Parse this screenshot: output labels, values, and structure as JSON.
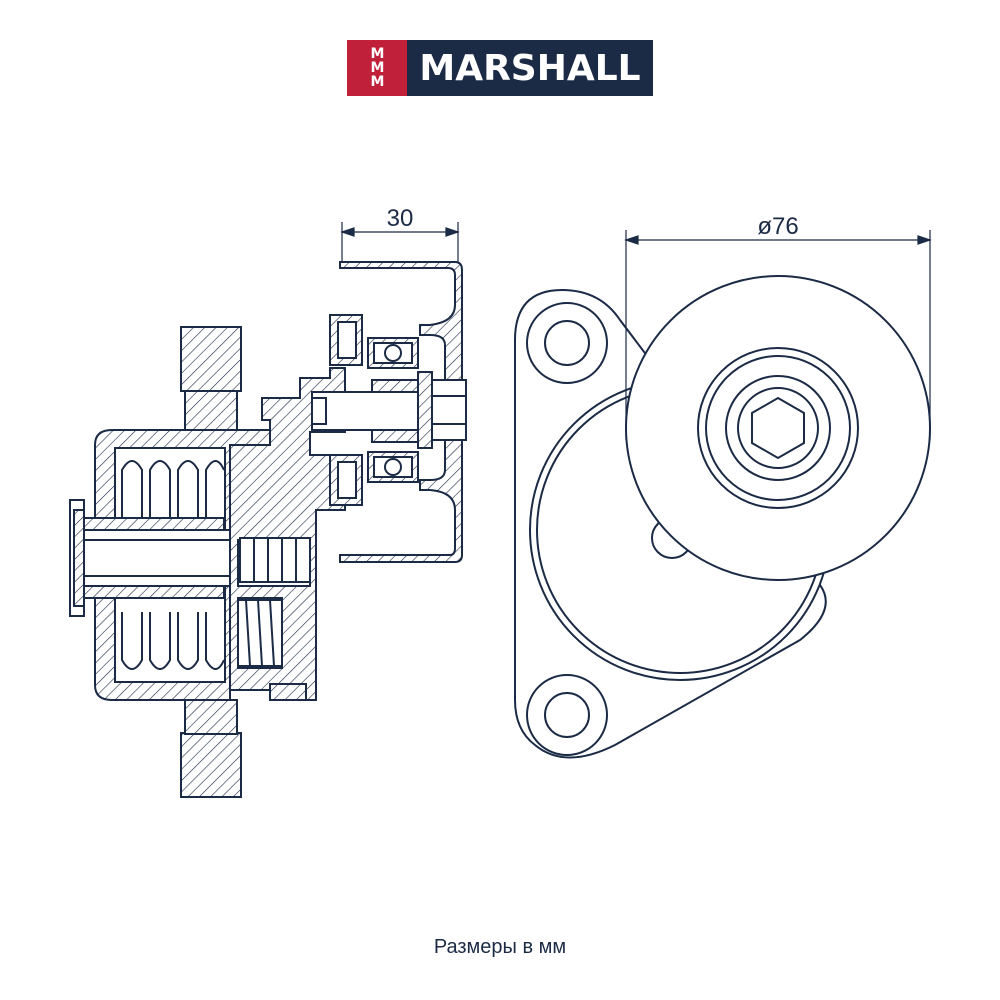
{
  "brand": {
    "mark_letters": [
      "M",
      "M",
      "M"
    ],
    "name": "MARSHALL",
    "colors": {
      "mark": "#c0203a",
      "name_bg": "#1b2a45",
      "line": "#1b2a45"
    }
  },
  "dimensions": {
    "width_label": "30",
    "diameter_label": "ø76"
  },
  "caption": "Размеры в мм"
}
